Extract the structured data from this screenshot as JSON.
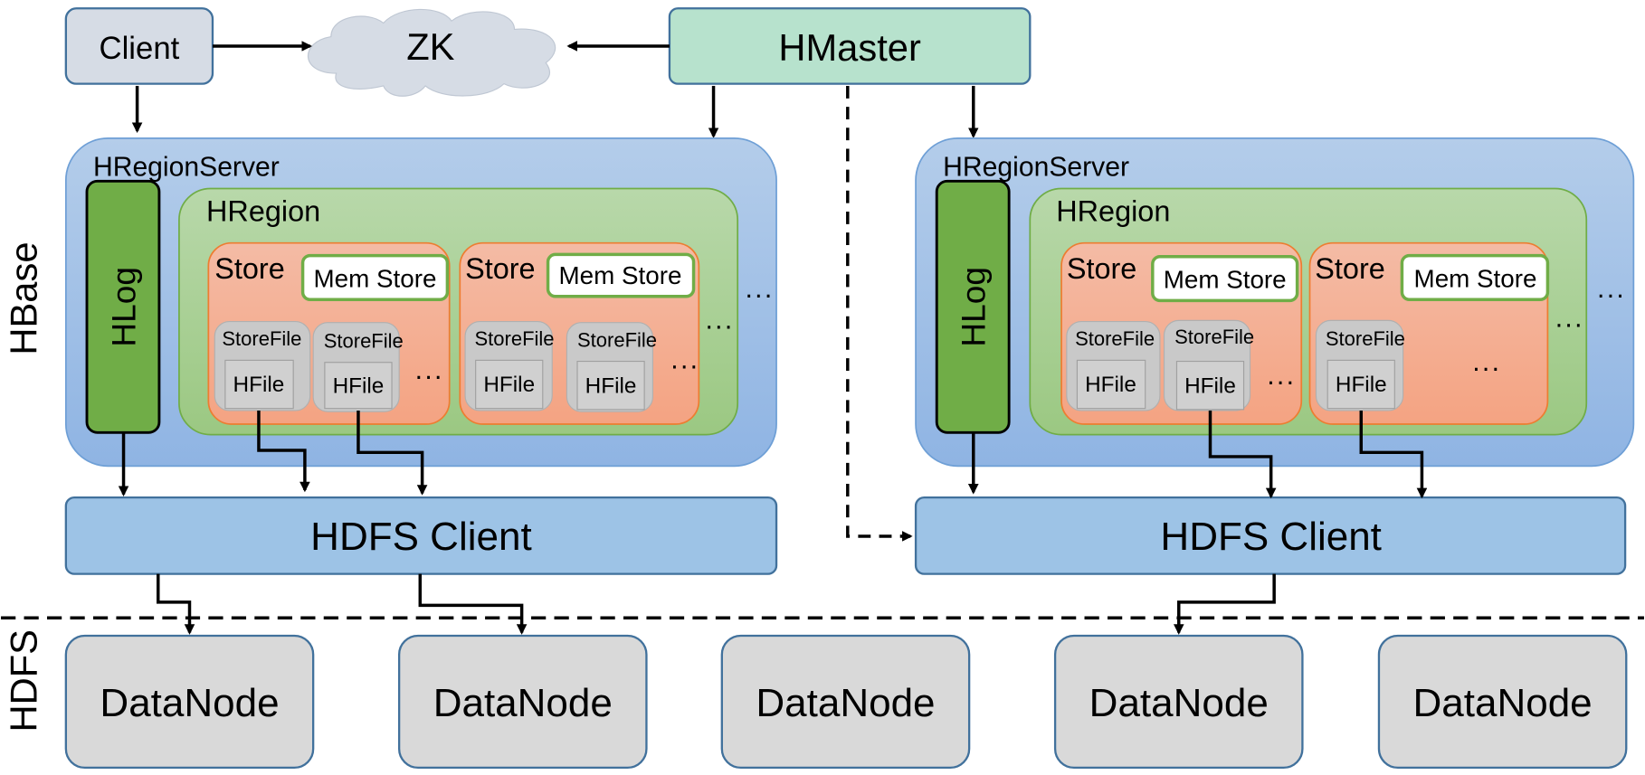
{
  "client": "Client",
  "zk": "ZK",
  "hmaster": "HMaster",
  "side_labels": {
    "hbase": "HBase",
    "hdfs": "HDFS"
  },
  "servers": [
    {
      "title": "HRegionServer",
      "hlog": "HLog",
      "region": "HRegion",
      "stores": [
        {
          "label": "Store",
          "memstore": "Mem Store",
          "storefiles": [
            {
              "label": "StoreFile",
              "hfile": "HFile"
            },
            {
              "label": "StoreFile",
              "hfile": "HFile"
            }
          ],
          "ellipsis": "..."
        },
        {
          "label": "Store",
          "memstore": "Mem Store",
          "storefiles": [
            {
              "label": "StoreFile",
              "hfile": "HFile"
            },
            {
              "label": "StoreFile",
              "hfile": "HFile"
            }
          ],
          "ellipsis": "..."
        }
      ],
      "ellipsis_store": "...",
      "ellipsis_region": "...",
      "hdfs_client": "HDFS Client"
    },
    {
      "title": "HRegionServer",
      "hlog": "HLog",
      "region": "HRegion",
      "stores": [
        {
          "label": "Store",
          "memstore": "Mem Store",
          "storefiles": [
            {
              "label": "StoreFile",
              "hfile": "HFile"
            },
            {
              "label": "StoreFile",
              "hfile": "HFile"
            }
          ],
          "ellipsis": "..."
        },
        {
          "label": "Store",
          "memstore": "Mem Store",
          "storefiles": [
            {
              "label": "StoreFile",
              "hfile": "HFile"
            }
          ],
          "ellipsis": "..."
        }
      ],
      "ellipsis_store": "...",
      "ellipsis_region": "...",
      "hdfs_client": "HDFS Client"
    }
  ],
  "datanodes": [
    "DataNode",
    "DataNode",
    "DataNode",
    "DataNode",
    "DataNode"
  ],
  "colors": {
    "client": "#d6dce5",
    "hmaster": "#b7e2cd",
    "server": "#a9c6e8",
    "hlog": "#70ad47",
    "region": "#acd19a",
    "store": "#f5b298",
    "storefile": "#c9c9c9",
    "hdfs_client": "#9dc3e6",
    "datanode": "#d9d9d9",
    "border": "#41719c"
  }
}
